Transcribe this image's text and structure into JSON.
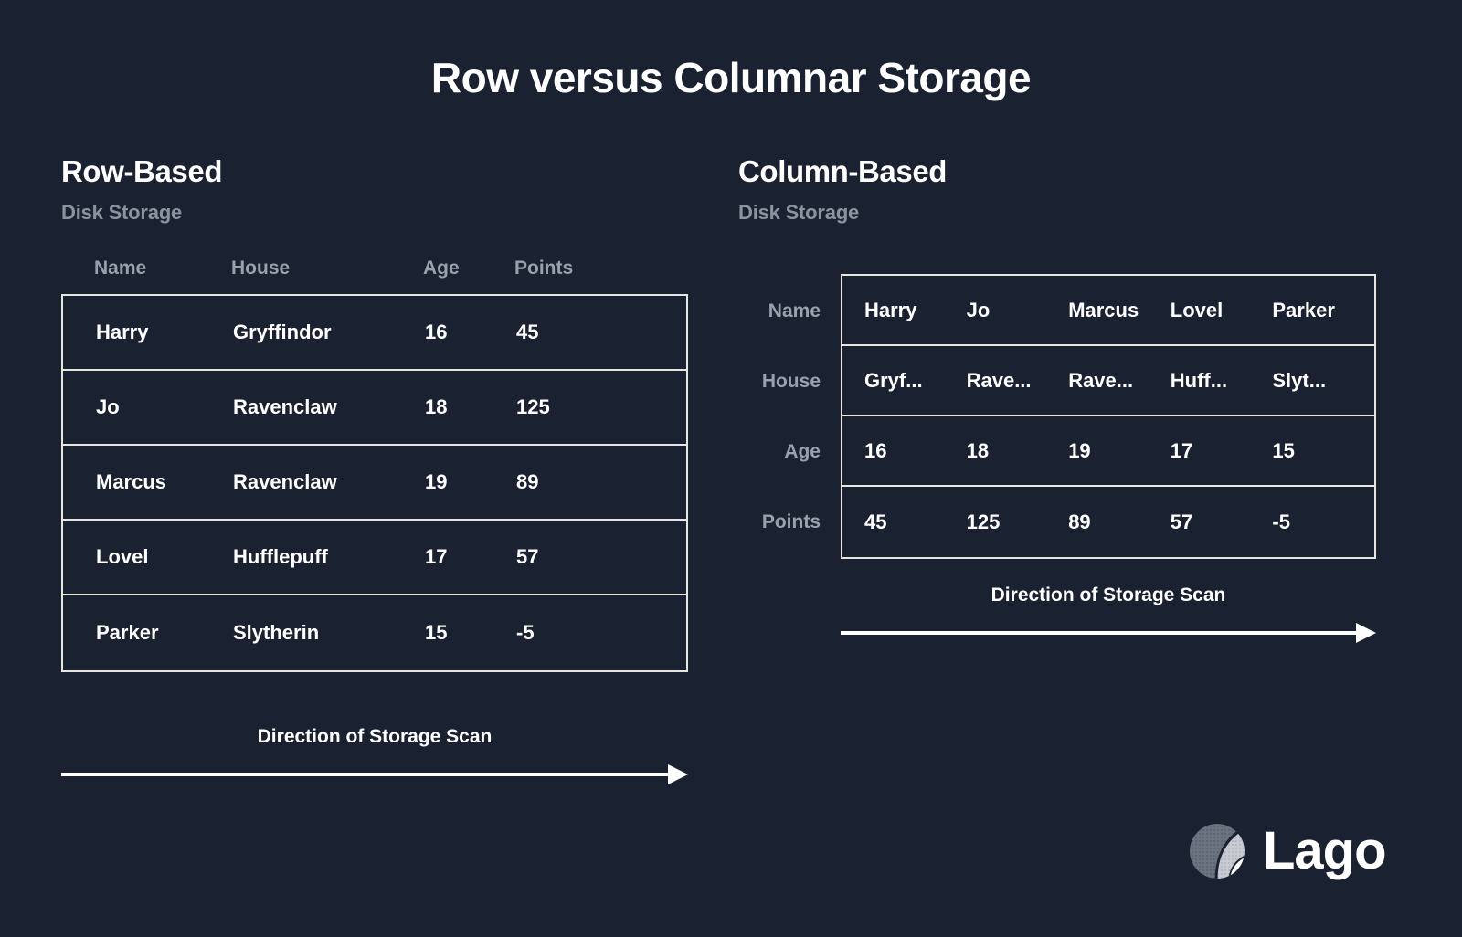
{
  "title": "Row versus Columnar Storage",
  "left_panel": {
    "heading": "Row-Based",
    "subheading": "Disk Storage",
    "columns": [
      "Name",
      "House",
      "Age",
      "Points"
    ],
    "rows": [
      {
        "name": "Harry",
        "house": "Gryffindor",
        "age": "16",
        "points": "45"
      },
      {
        "name": "Jo",
        "house": "Ravenclaw",
        "age": "18",
        "points": "125"
      },
      {
        "name": "Marcus",
        "house": "Ravenclaw",
        "age": "19",
        "points": "89"
      },
      {
        "name": "Lovel",
        "house": "Hufflepuff",
        "age": "17",
        "points": "57"
      },
      {
        "name": "Parker",
        "house": "Slytherin",
        "age": "15",
        "points": "-5"
      }
    ],
    "scan_label": "Direction of Storage Scan"
  },
  "right_panel": {
    "heading": "Column-Based",
    "subheading": "Disk Storage",
    "row_labels": [
      "Name",
      "House",
      "Age",
      "Points"
    ],
    "rows": [
      {
        "label": "Name",
        "values": [
          "Harry",
          "Jo",
          "Marcus",
          "Lovel",
          "Parker"
        ]
      },
      {
        "label": "House",
        "values": [
          "Gryf...",
          "Rave...",
          "Rave...",
          "Huff...",
          "Slyt..."
        ]
      },
      {
        "label": "Age",
        "values": [
          "16",
          "18",
          "19",
          "17",
          "15"
        ]
      },
      {
        "label": "Points",
        "values": [
          "45",
          "125",
          "89",
          "57",
          "-5"
        ]
      }
    ],
    "scan_label": "Direction of Storage Scan"
  },
  "logo": {
    "wordmark": "Lago",
    "mark_icon": "lago-sphere-icon"
  },
  "colors": {
    "background": "#1a2130",
    "text_primary": "#ffffff",
    "text_muted": "#9aa1ad",
    "border": "#e9e6df",
    "logo_dark": "#6b7280",
    "logo_light": "#c8ccd2"
  }
}
